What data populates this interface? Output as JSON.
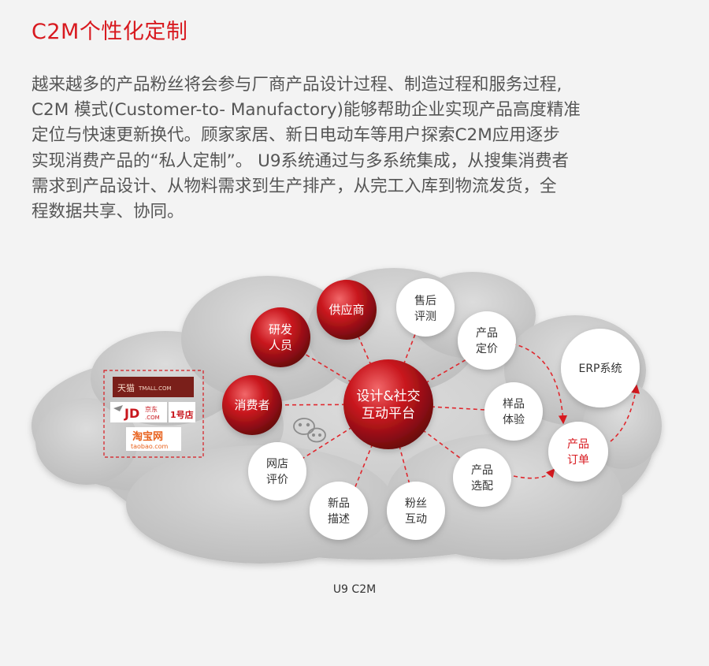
{
  "title": "C2M个性化定制",
  "intro_lines": [
    "越来越多的产品粉丝将会参与厂商产品设计过程、制造过程和服务过程,",
    "C2M 模式(Customer-to- Manufactory)能够帮助企业实现产品高度精准",
    "定位与快速更新换代。顾家家居、新日电动车等用户探索C2M应用逐步",
    "实现消费产品的“私人定制”。 U9系统通过与多系统集成，从搜集消费者",
    "需求到产品设计、从物料需求到生产排产，从完工入库到物流发货，全",
    "程数据共享、协同。"
  ],
  "diagram": {
    "center": [
      "设计&社交",
      "互动平台"
    ],
    "red_nodes": {
      "supplier": [
        "供应商"
      ],
      "rd": [
        "研发",
        "人员"
      ],
      "consumer": [
        "消费者"
      ]
    },
    "white_nodes": {
      "after_sales": [
        "售后",
        "评测"
      ],
      "pricing": [
        "产品",
        "定价"
      ],
      "sample": [
        "样品",
        "体验"
      ],
      "selection": [
        "产品",
        "选配"
      ],
      "fans": [
        "粉丝",
        "互动"
      ],
      "new_product": [
        "新品",
        "描述"
      ],
      "review": [
        "网店",
        "评价"
      ],
      "erp": [
        "ERP系统"
      ],
      "order": [
        "产品",
        "订单"
      ]
    },
    "platforms": {
      "tmall_cn": "天猫",
      "tmall_en": "TMALL.COM",
      "jd": "JD",
      "jd_cn": "京东",
      "jd_com": ".COM",
      "yhd": "1号店",
      "taobao": "淘宝网",
      "taobao_url": "taobao.com"
    },
    "icons": {
      "wechat": "wechat-icon"
    }
  },
  "caption": "U9 C2M",
  "colors": {
    "accent": "#d8191f",
    "text": "#555555",
    "cloud": "#cfcfcf",
    "node_white": "#ffffff"
  }
}
